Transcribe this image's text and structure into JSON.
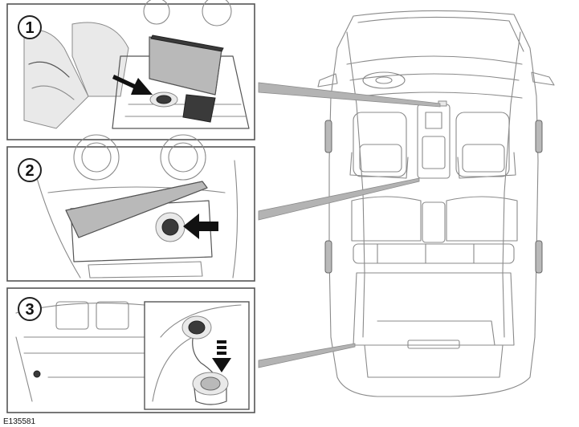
{
  "callouts": [
    {
      "number": "1"
    },
    {
      "number": "2"
    },
    {
      "number": "3"
    }
  ],
  "reference_code": "E135581",
  "colors": {
    "line": "#8a8a8a",
    "frame": "#555555",
    "arrow": "#111111",
    "leader": "#b3b3b3"
  }
}
